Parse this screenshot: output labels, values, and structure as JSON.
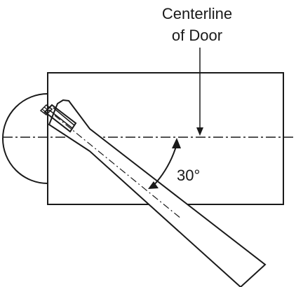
{
  "labels": {
    "centerline_line1": "Centerline",
    "centerline_line2": "of Door",
    "angle": "30°"
  },
  "colors": {
    "ink": "#1a1a1a",
    "background": "#ffffff"
  }
}
